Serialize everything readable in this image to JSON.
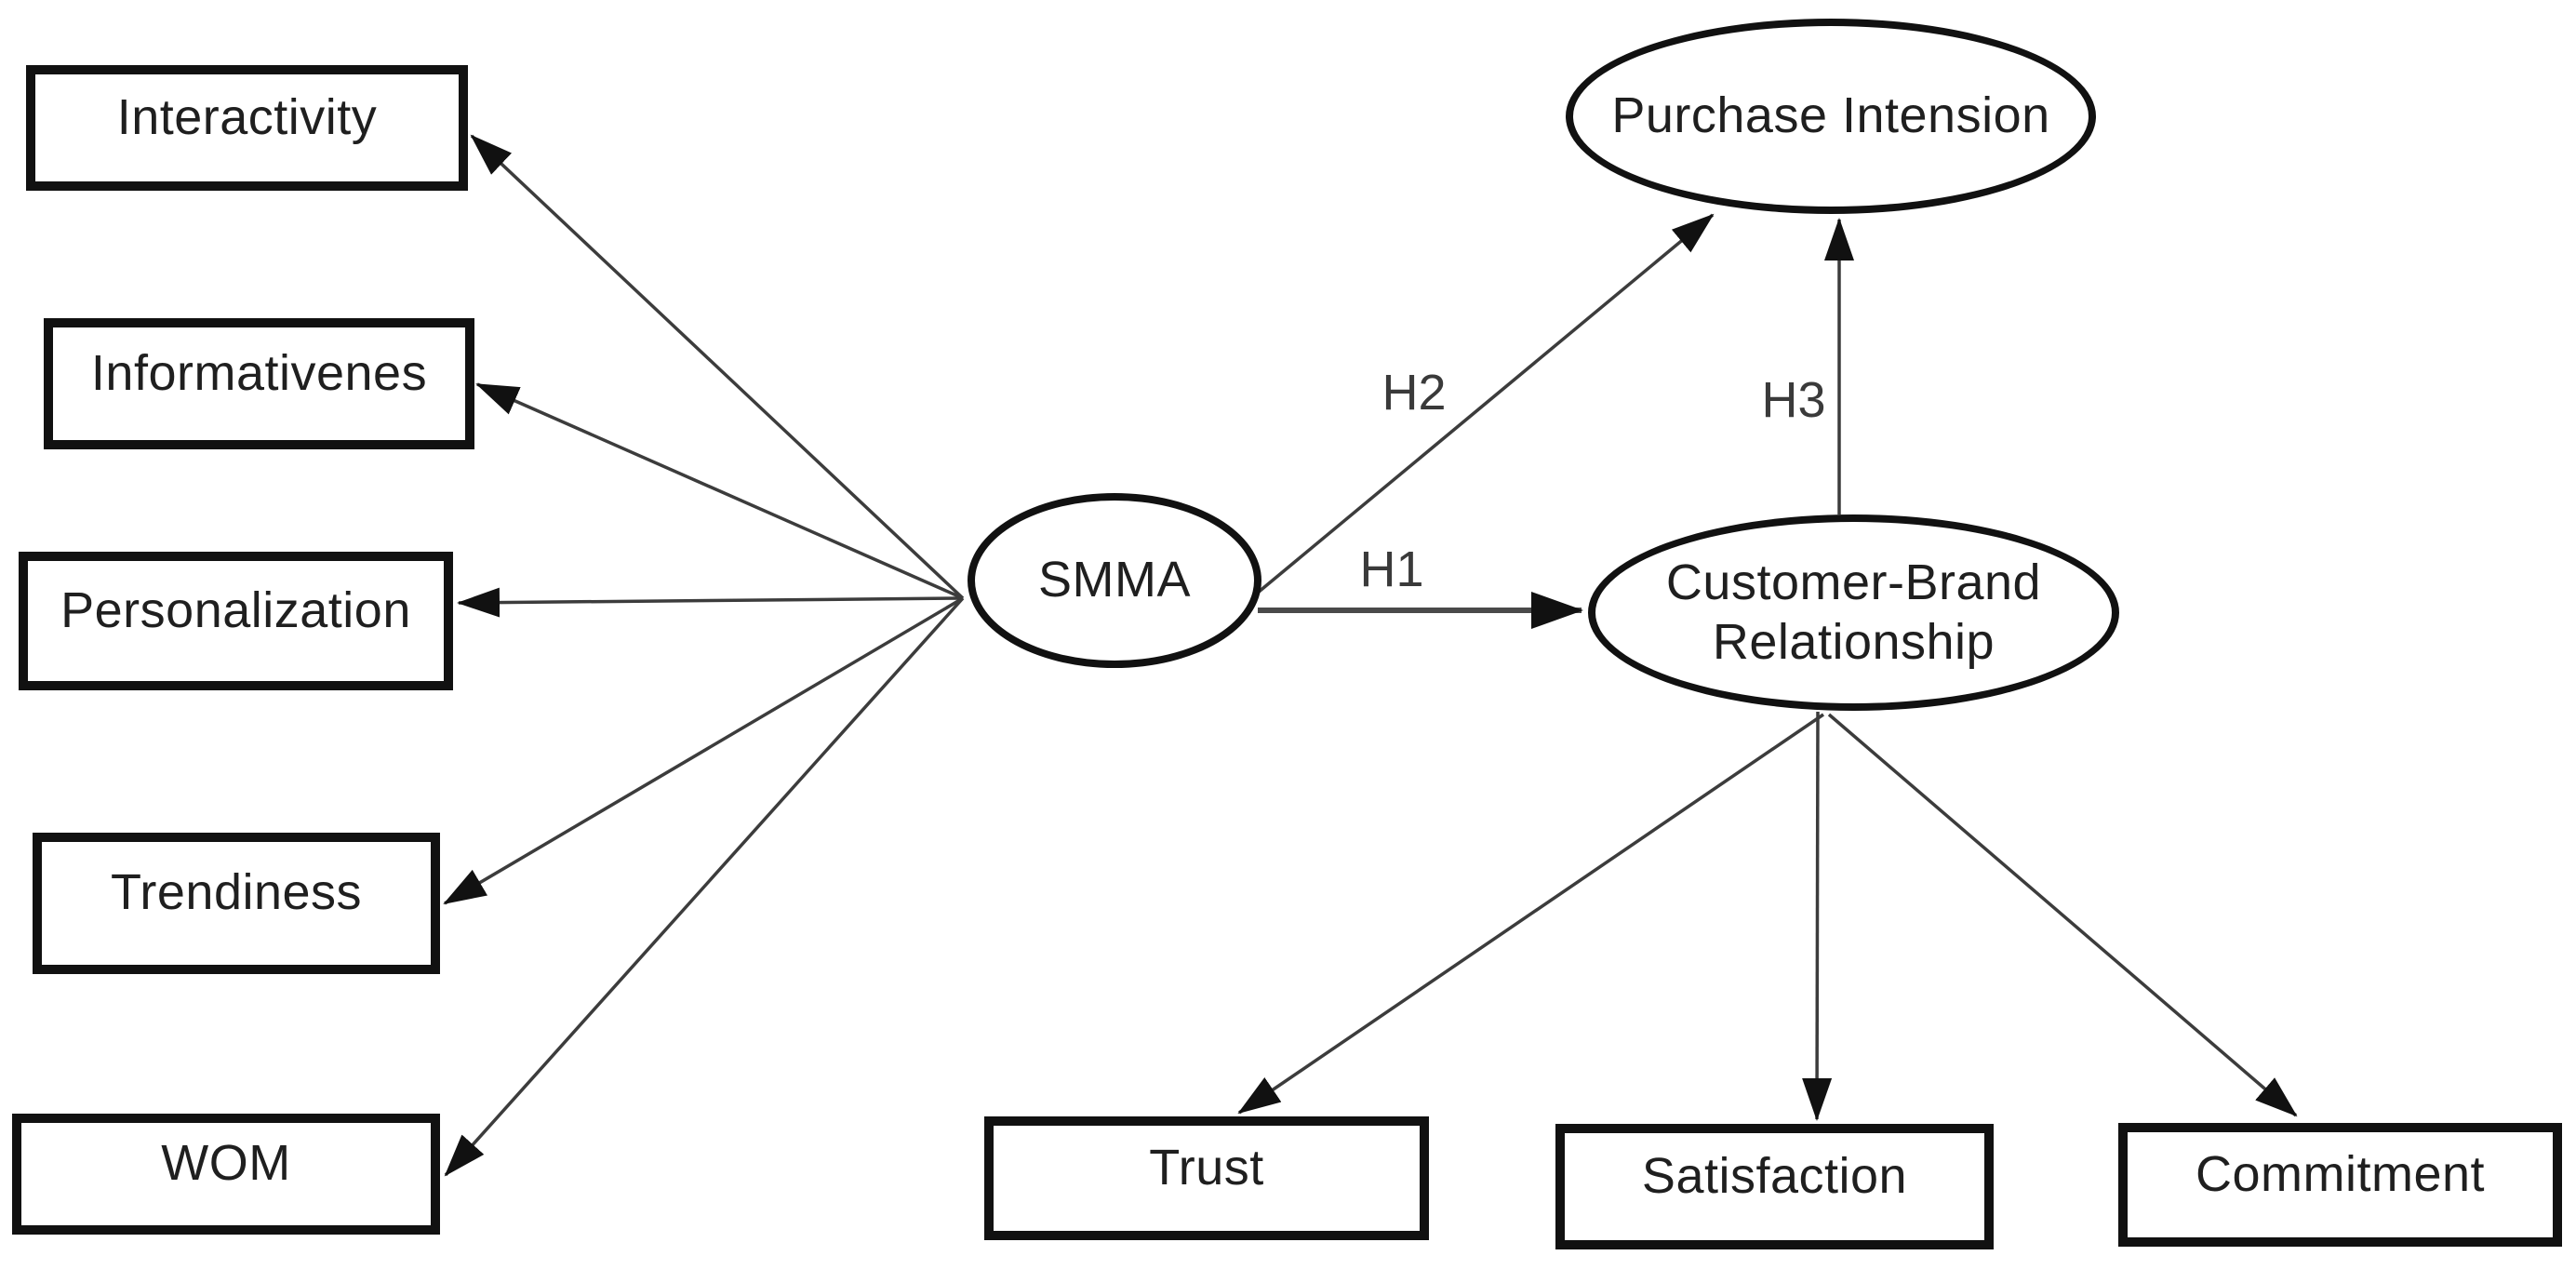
{
  "canvas": {
    "background_color": "#ffffff",
    "ink_color": "#111111",
    "line_color": "#3c3c3c"
  },
  "nodes": {
    "interactivity": {
      "label": "Interactivity",
      "shape": "rect"
    },
    "informativeness": {
      "label": "Informativenes",
      "shape": "rect"
    },
    "personalization": {
      "label": "Personalization",
      "shape": "rect"
    },
    "trendiness": {
      "label": "Trendiness",
      "shape": "rect"
    },
    "wom": {
      "label": "WOM",
      "shape": "rect"
    },
    "smma": {
      "label": "SMMA",
      "shape": "ellipse"
    },
    "purchase_intension": {
      "label": "Purchase Intension",
      "shape": "ellipse"
    },
    "customer_brand_relationship": {
      "label": "Customer-Brand Relationship",
      "shape": "ellipse"
    },
    "trust": {
      "label": "Trust",
      "shape": "rect"
    },
    "satisfaction": {
      "label": "Satisfaction",
      "shape": "rect"
    },
    "commitment": {
      "label": "Commitment",
      "shape": "rect"
    }
  },
  "edge_labels": {
    "h1": "H1",
    "h2": "H2",
    "h3": "H3"
  },
  "edges": [
    {
      "from": "smma",
      "to": "interactivity",
      "label": ""
    },
    {
      "from": "smma",
      "to": "informativeness",
      "label": ""
    },
    {
      "from": "smma",
      "to": "personalization",
      "label": ""
    },
    {
      "from": "smma",
      "to": "trendiness",
      "label": ""
    },
    {
      "from": "smma",
      "to": "wom",
      "label": ""
    },
    {
      "from": "smma",
      "to": "customer_brand_relationship",
      "label": "H1"
    },
    {
      "from": "smma",
      "to": "purchase_intension",
      "label": "H2"
    },
    {
      "from": "customer_brand_relationship",
      "to": "purchase_intension",
      "label": "H3"
    },
    {
      "from": "customer_brand_relationship",
      "to": "trust",
      "label": ""
    },
    {
      "from": "customer_brand_relationship",
      "to": "satisfaction",
      "label": ""
    },
    {
      "from": "customer_brand_relationship",
      "to": "commitment",
      "label": ""
    }
  ]
}
